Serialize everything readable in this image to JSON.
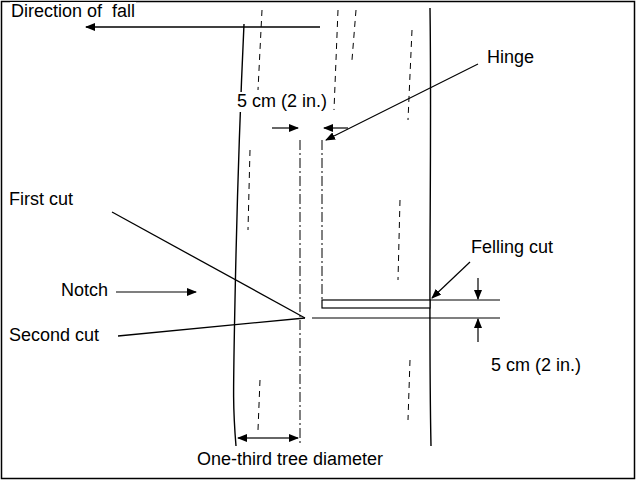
{
  "diagram": {
    "labels": [
      "Direction of  fall",
      "5 cm (2 in.)",
      "Hinge",
      "Felling cut",
      "First cut",
      "Notch",
      "Second cut",
      "5 cm (2 in.)",
      "One-third tree diameter"
    ]
  }
}
